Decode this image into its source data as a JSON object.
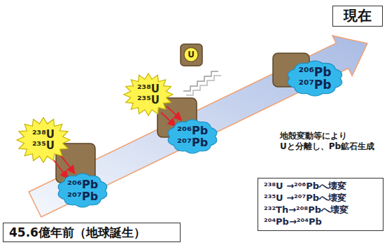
{
  "diagram": {
    "nodes": [
      {
        "text": [
          "現在"
        ]
      },
      {
        "text": [
          "45.6億年前（地球誕生）"
        ]
      },
      {
        "text": [
          "²³⁸U",
          "²³⁵U"
        ]
      },
      {
        "text": [
          "²⁰⁶Pb",
          "²⁰⁷Pb"
        ]
      },
      {
        "text": [
          "²³⁸U",
          "²³⁵U"
        ]
      },
      {
        "text": [
          "²⁰⁶Pb",
          "²⁰⁷Pb"
        ]
      },
      {
        "text": [
          "U"
        ]
      },
      {
        "text": [
          "²⁰⁶Pb",
          "²⁰⁷Pb"
        ]
      },
      {
        "text": [
          "²³⁸U →²⁰⁶Pbへ壊変",
          "²³⁵U →²⁰⁷Pbへ壊変",
          "²³²Th→²⁰⁸Pbへ壊変",
          "²⁰⁴Pb→²⁰⁴Pb"
        ]
      }
    ],
    "edges": [
      {
        "from": 2,
        "to": 3,
        "arrow": "to"
      },
      {
        "from": 2,
        "to": 3,
        "arrow": "to"
      },
      {
        "from": 4,
        "to": 5,
        "arrow": "to"
      },
      {
        "from": 4,
        "to": 5,
        "arrow": "to"
      }
    ],
    "labels": [
      "地殻変動等により Uと分離し、Pb鉱石生成"
    ]
  }
}
